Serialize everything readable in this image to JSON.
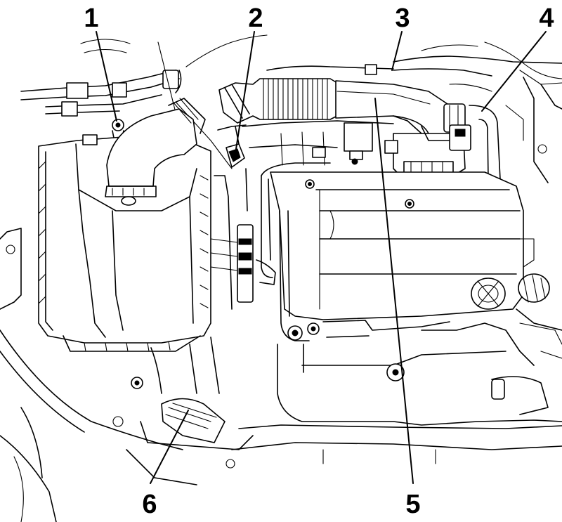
{
  "diagram": {
    "type": "engine-compartment-line-drawing",
    "line_color": "#000000",
    "background_color": "#ffffff",
    "callouts": [
      {
        "id": "1",
        "label": "1",
        "points_to": "air-cleaner-housing-bolt"
      },
      {
        "id": "2",
        "label": "2",
        "points_to": "hose-clamp"
      },
      {
        "id": "3",
        "label": "3",
        "points_to": "intake-air-duct"
      },
      {
        "id": "4",
        "label": "4",
        "points_to": "breather-hose"
      },
      {
        "id": "5",
        "label": "5",
        "points_to": "intake-air-hose"
      },
      {
        "id": "6",
        "label": "6",
        "points_to": "air-intake-snorkel"
      }
    ]
  }
}
